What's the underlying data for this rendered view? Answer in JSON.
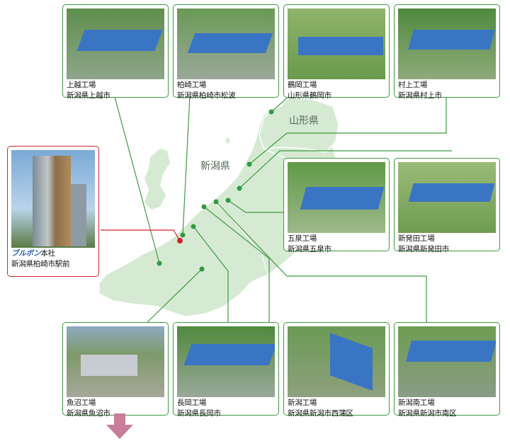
{
  "labels": {
    "yamagata": "山形県",
    "niigata": "新潟県"
  },
  "hq": {
    "brand": "ブルボン",
    "suffix": "本社",
    "address": "新潟県柏崎市駅前"
  },
  "factories": [
    {
      "name": "上越工場",
      "address": "新潟県上越市"
    },
    {
      "name": "柏崎工場",
      "address": "新潟県柏崎市松波"
    },
    {
      "name": "鶴岡工場",
      "address": "山形県鶴岡市"
    },
    {
      "name": "村上工場",
      "address": "新潟県村上市"
    },
    {
      "name": "五泉工場",
      "address": "新潟県五泉市"
    },
    {
      "name": "新発田工場",
      "address": "新潟県新発田市"
    },
    {
      "name": "魚沼工場",
      "address": "新潟県魚沼市"
    },
    {
      "name": "長岡工場",
      "address": "新潟県長岡市"
    },
    {
      "name": "新潟工場",
      "address": "新潟県新潟市西蒲区"
    },
    {
      "name": "新潟南工場",
      "address": "新潟県新潟市南区"
    }
  ],
  "colors": {
    "frame": "#3e9a41",
    "hq_frame": "#d6202c",
    "land": "#d6ead3",
    "brand": "#2560b0",
    "arrow": "#c77f99"
  }
}
